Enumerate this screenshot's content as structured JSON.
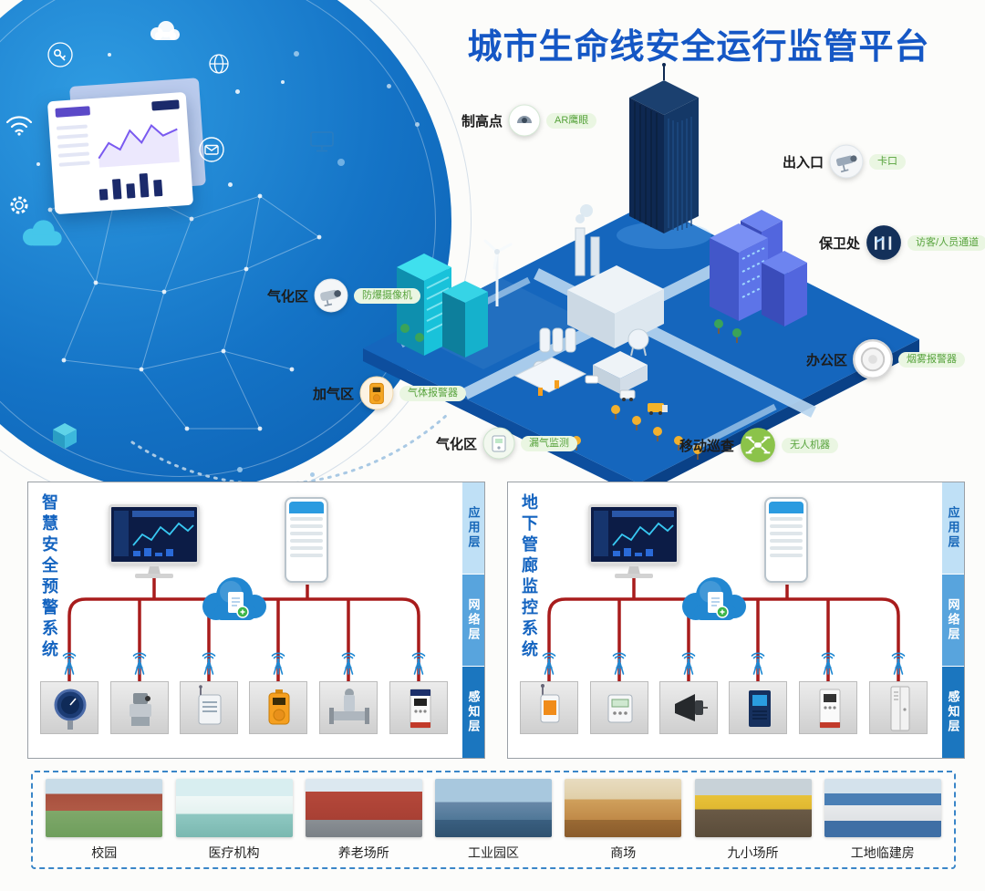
{
  "title": "城市生命线安全运行监管平台",
  "city": {
    "labels": [
      {
        "name": "制高点",
        "tag": "AR鹰眼",
        "icon": "dome-camera"
      },
      {
        "name": "出入口",
        "tag": "卡口",
        "icon": "bullet-camera"
      },
      {
        "name": "保卫处",
        "tag": "访客/人员通道",
        "icon": "visitor-channel"
      },
      {
        "name": "气化区",
        "tag": "防爆摄像机",
        "icon": "explosion-proof-camera"
      },
      {
        "name": "办公区",
        "tag": "烟雾报警器",
        "icon": "smoke-alarm"
      },
      {
        "name": "加气区",
        "tag": "气体报警器",
        "icon": "gas-alarm"
      },
      {
        "name": "气化区",
        "tag": "漏气监测",
        "icon": "leak-monitor"
      },
      {
        "name": "移动巡查",
        "tag": "无人机器",
        "icon": "drone"
      }
    ]
  },
  "panels": [
    {
      "title": "智慧安全预警系统",
      "layers": [
        {
          "label": "应用层"
        },
        {
          "label": "网络层"
        },
        {
          "label": "感知层"
        }
      ]
    },
    {
      "title": "地下管廊监控系统",
      "layers": [
        {
          "label": "应用层"
        },
        {
          "label": "网络层"
        },
        {
          "label": "感知层"
        }
      ]
    }
  ],
  "places": [
    {
      "label": "校园"
    },
    {
      "label": "医疗机构"
    },
    {
      "label": "养老场所"
    },
    {
      "label": "工业园区"
    },
    {
      "label": "商场"
    },
    {
      "label": "九小场所"
    },
    {
      "label": "工地临建房"
    }
  ],
  "colors": {
    "title_blue": "#1557c5",
    "accent_blue": "#1b74c4",
    "wire_red": "#a81c1c",
    "tag_green": "#57a33c",
    "tag_bg": "#eaf6e2"
  }
}
